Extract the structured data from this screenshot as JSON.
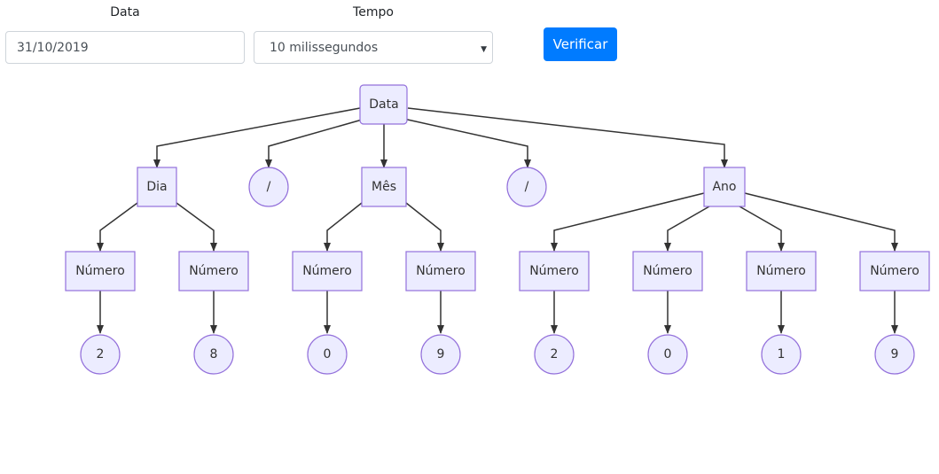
{
  "form": {
    "data_label": "Data",
    "data_value": "31/10/2019",
    "tempo_label": "Tempo",
    "tempo_value": "10 milissegundos",
    "verify_label": "Verificar"
  },
  "tree": {
    "root": "Data",
    "dia": "Dia",
    "sep1": "/",
    "mes": "Mês",
    "sep2": "/",
    "ano": "Ano",
    "numero_label": "Número",
    "digits": [
      "2",
      "8",
      "0",
      "9",
      "2",
      "0",
      "1",
      "9"
    ]
  },
  "colors": {
    "node_fill": "#ECECFF",
    "node_stroke": "#9370DB",
    "edge": "#333333",
    "button": "#007bff"
  }
}
